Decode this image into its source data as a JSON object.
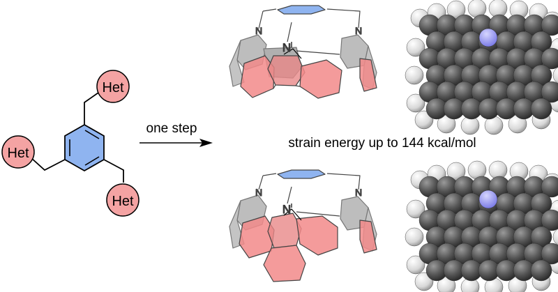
{
  "reactant": {
    "het_top": "Het",
    "het_left": "Het",
    "het_bottom": "Het"
  },
  "arrow_label": "one step",
  "result_label": "strain energy up to 144 kcal/mol",
  "cage_top": {
    "n_left": "N",
    "n_center": "N",
    "n_right": "N"
  },
  "cage_bottom": {
    "n_left": "N",
    "n_center": "N",
    "n_right": "N"
  },
  "colors": {
    "het_fill": "#f4a3a3",
    "benzene_fill": "#8fb4f0",
    "cage_red": "#f28a8a",
    "cage_gray": "#a9a9a9",
    "nitrogen_blue": "#9b9bf2",
    "space_fill_gray": "#5b5b5b"
  }
}
